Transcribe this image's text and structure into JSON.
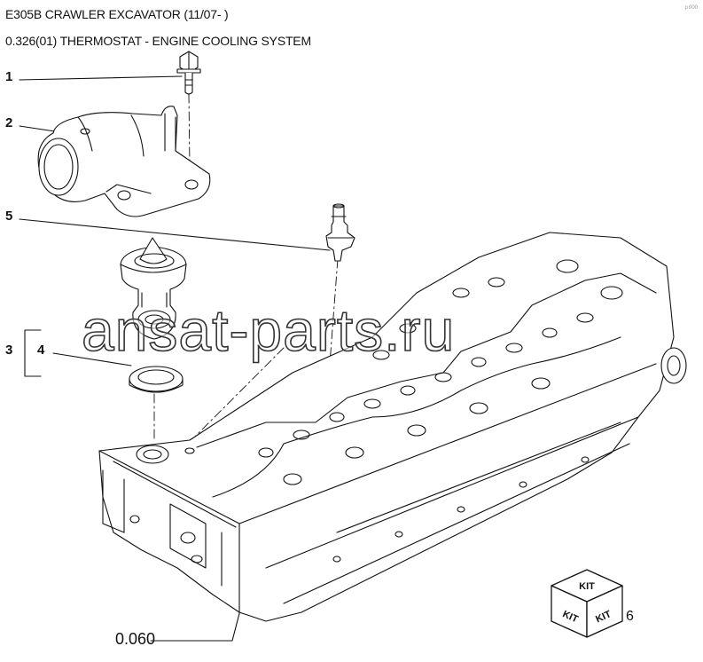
{
  "header": {
    "model": "E305B CRAWLER EXCAVATOR (11/07- )",
    "section": "0.326(01) THERMOSTAT - ENGINE COOLING SYSTEM"
  },
  "corner_mark": "p 000",
  "callouts": [
    {
      "id": "1",
      "label": "1"
    },
    {
      "id": "2",
      "label": "2"
    },
    {
      "id": "5",
      "label": "5"
    },
    {
      "id": "3",
      "label": "3"
    },
    {
      "id": "4",
      "label": "4"
    }
  ],
  "reference": {
    "label": "0.060"
  },
  "kit": {
    "face_label": "KIT",
    "number": "6"
  },
  "watermark": {
    "text": "ansat-parts.ru"
  },
  "colors": {
    "line": "#111111",
    "background": "#ffffff"
  }
}
